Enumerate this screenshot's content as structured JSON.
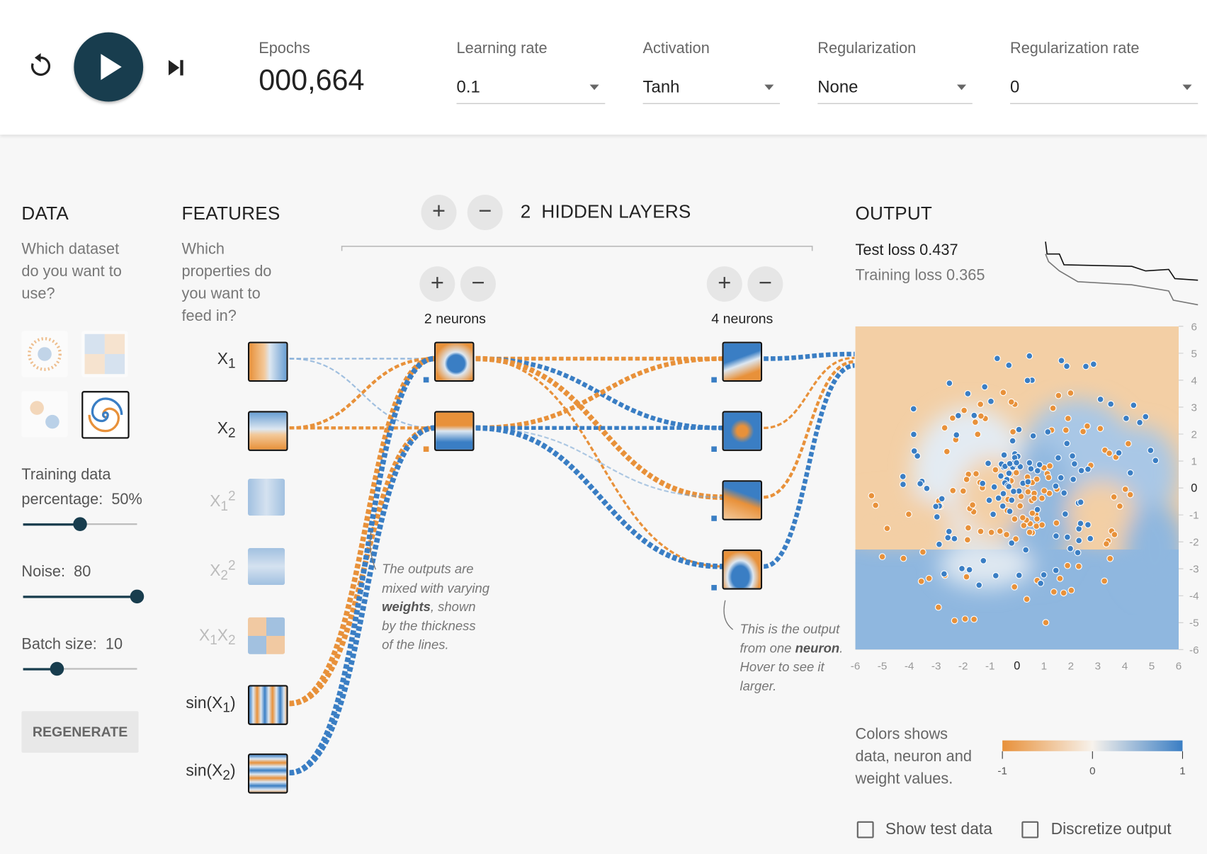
{
  "topbar": {
    "epochs_label": "Epochs",
    "epochs_value": "000,664",
    "learning_rate": {
      "label": "Learning rate",
      "value": "0.1"
    },
    "activation": {
      "label": "Activation",
      "value": "Tanh"
    },
    "regularization": {
      "label": "Regularization",
      "value": "None"
    },
    "regularization_rate": {
      "label": "Regularization rate",
      "value": "0"
    }
  },
  "data": {
    "title": "DATA",
    "subtitle": [
      "Which dataset",
      "do you want to",
      "use?"
    ],
    "selected_dataset": "spiral",
    "training_pct_label": "Training data",
    "training_pct_label2": "percentage:",
    "training_pct_value": "50%",
    "training_pct": 0.5,
    "noise_label": "Noise:",
    "noise_value": "80",
    "noise": 1.0,
    "batch_label": "Batch size:",
    "batch_value": "10",
    "batch": 0.3,
    "regenerate": "REGENERATE"
  },
  "features": {
    "title": "FEATURES",
    "subtitle": [
      "Which",
      "properties do",
      "you want to",
      "feed in?"
    ],
    "items": [
      {
        "label": "X",
        "sub": "1",
        "sup": "",
        "active": true
      },
      {
        "label": "X",
        "sub": "2",
        "sup": "",
        "active": true
      },
      {
        "label": "X",
        "sub": "1",
        "sup": "2",
        "active": false
      },
      {
        "label": "X",
        "sub": "2",
        "sup": "2",
        "active": false
      },
      {
        "label": "X",
        "sub": "1",
        "label2": "X",
        "sub2": "2",
        "active": false
      },
      {
        "label": "sin(X",
        "sub": "1",
        "tail": ")",
        "active": true
      },
      {
        "label": "sin(X",
        "sub": "2",
        "tail": ")",
        "active": true
      }
    ]
  },
  "hidden": {
    "count": "2",
    "title": "HIDDEN LAYERS",
    "layer1_neurons": "2 neurons",
    "layer2_neurons": "4 neurons",
    "note_weights": [
      "The outputs are",
      "mixed with varying",
      "weights",
      ", shown",
      "by the thickness",
      "of the lines."
    ],
    "note_neuron": [
      "This is the output",
      "from one ",
      "neuron",
      ".",
      "Hover to see it",
      "larger."
    ]
  },
  "output": {
    "title": "OUTPUT",
    "test_loss": "Test loss 0.437",
    "training_loss": "Training loss 0.365",
    "x_ticks": [
      "-6",
      "-5",
      "-4",
      "-3",
      "-2",
      "-1",
      "0",
      "1",
      "2",
      "3",
      "4",
      "5",
      "6"
    ],
    "y_ticks": [
      "6",
      "5",
      "4",
      "3",
      "2",
      "1",
      "0",
      "-1",
      "-2",
      "-3",
      "-4",
      "-5",
      "-6"
    ],
    "legend_text": [
      "Colors shows",
      "data, neuron and",
      "weight values."
    ],
    "legend_ticks": [
      "-1",
      "0",
      "1"
    ],
    "show_test_data": "Show test data",
    "discretize_output": "Discretize output"
  },
  "colors": {
    "orange": "#e8913a",
    "blue": "#3a7ec4",
    "dark": "#183d4e"
  }
}
